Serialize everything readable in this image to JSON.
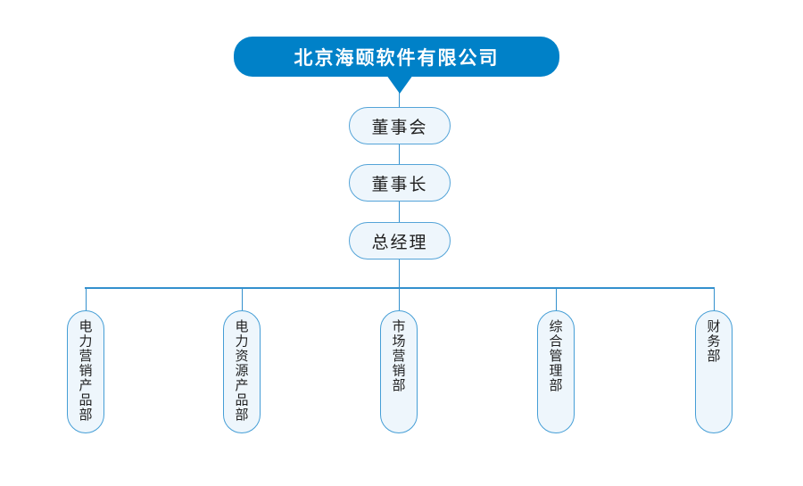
{
  "diagram": {
    "type": "org-chart",
    "title": "北京海颐软件有限公司",
    "hierarchy": {
      "root": "北京海颐软件有限公司",
      "board": "董事会",
      "chairman": "董事长",
      "general_manager": "总经理"
    },
    "departments": [
      {
        "label": "电力营销产品部"
      },
      {
        "label": "电力资源产品部"
      },
      {
        "label": "市场营销部"
      },
      {
        "label": "综合管理部"
      },
      {
        "label": "财务部"
      }
    ],
    "colors": {
      "root_fill": "#0081c8",
      "root_text": "#ffffff",
      "node_fill": "#eef6fc",
      "node_border": "#459ed6",
      "connector": "#3390cd",
      "node_text": "#1f1f1f",
      "background": "#ffffff"
    }
  }
}
